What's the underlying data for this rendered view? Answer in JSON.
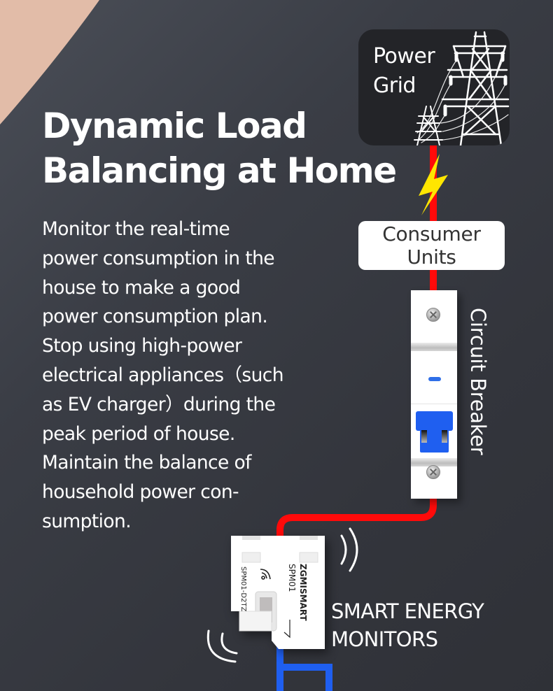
{
  "colors": {
    "background": "#3a3d45",
    "accent_peach": "#e2bca8",
    "wire_live": "#ff0a0a",
    "wire_neutral": "#1f5ff0",
    "breaker_toggle": "#1f5ff0",
    "bolt": "#ffe600",
    "card_dark": "#232428"
  },
  "headline": {
    "line1": "Dynamic Load",
    "line2": "Balancing at Home"
  },
  "description": {
    "lines": [
      "Monitor the real-time",
      "power consumption in the",
      "house to make a good",
      "power consumption plan.",
      "Stop using high-power",
      "electrical appliances（such",
      "as EV charger）during the",
      "peak period of house.",
      "Maintain the balance of",
      "household power con-",
      "sumption."
    ]
  },
  "diagram": {
    "power_grid": {
      "line1": "Power",
      "line2": "Grid",
      "icon": "transmission-tower-icon"
    },
    "bolt_icon": "lightning-bolt-icon",
    "consumer_units": {
      "line1": "Consumer",
      "line2": "Units"
    },
    "circuit_breaker": {
      "label": "Circuit Breaker"
    },
    "smart_monitor": {
      "brand": "ZGMISMART",
      "model": "SPM01",
      "sku": "SPM01-D2TZ",
      "wifi_icon": "wifi-icon",
      "label_line1": "SMART ENERGY",
      "label_line2": "MONITORS"
    }
  }
}
